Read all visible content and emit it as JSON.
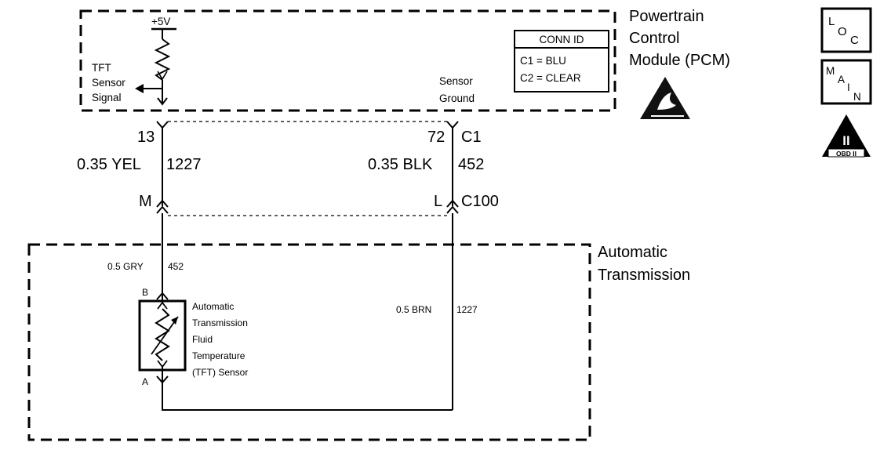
{
  "pcm": {
    "title_line1": "Powertrain",
    "title_line2": "Control",
    "title_line3": "Module (PCM)",
    "supply": "+5V",
    "tft_signal_line1": "TFT",
    "tft_signal_line2": "Sensor",
    "tft_signal_line3": "Signal",
    "sensor_ground_line1": "Sensor",
    "sensor_ground_line2": "Ground"
  },
  "conn_id": {
    "title": "CONN ID",
    "row1": "C1 = BLU",
    "row2": "C2 = CLEAR"
  },
  "pcm_pins": {
    "left_pin": "13",
    "right_pin": "72",
    "connector": "C1"
  },
  "wires_upper": {
    "left_color": "0.35 YEL",
    "left_circuit": "1227",
    "right_color": "0.35 BLK",
    "right_circuit": "452"
  },
  "c100": {
    "left_pin": "M",
    "right_pin": "L",
    "connector": "C100"
  },
  "transmission": {
    "title_line1": "Automatic",
    "title_line2": "Transmission",
    "left_wire_color": "0.5 GRY",
    "left_wire_circuit": "452",
    "right_wire_color": "0.5 BRN",
    "right_wire_circuit": "1227",
    "sensor_pin_top": "B",
    "sensor_pin_bottom": "A",
    "sensor_line1": "Automatic",
    "sensor_line2": "Transmission",
    "sensor_line3": "Fluid",
    "sensor_line4": "Temperature",
    "sensor_line5": "(TFT) Sensor"
  },
  "icons": {
    "loc_letters": [
      "L",
      "O",
      "C"
    ],
    "main_letters": [
      "M",
      "A",
      "I",
      "N"
    ],
    "obd_numeral": "II",
    "obd_text": "OBD II",
    "esd_icon": "esd-warning-icon"
  }
}
